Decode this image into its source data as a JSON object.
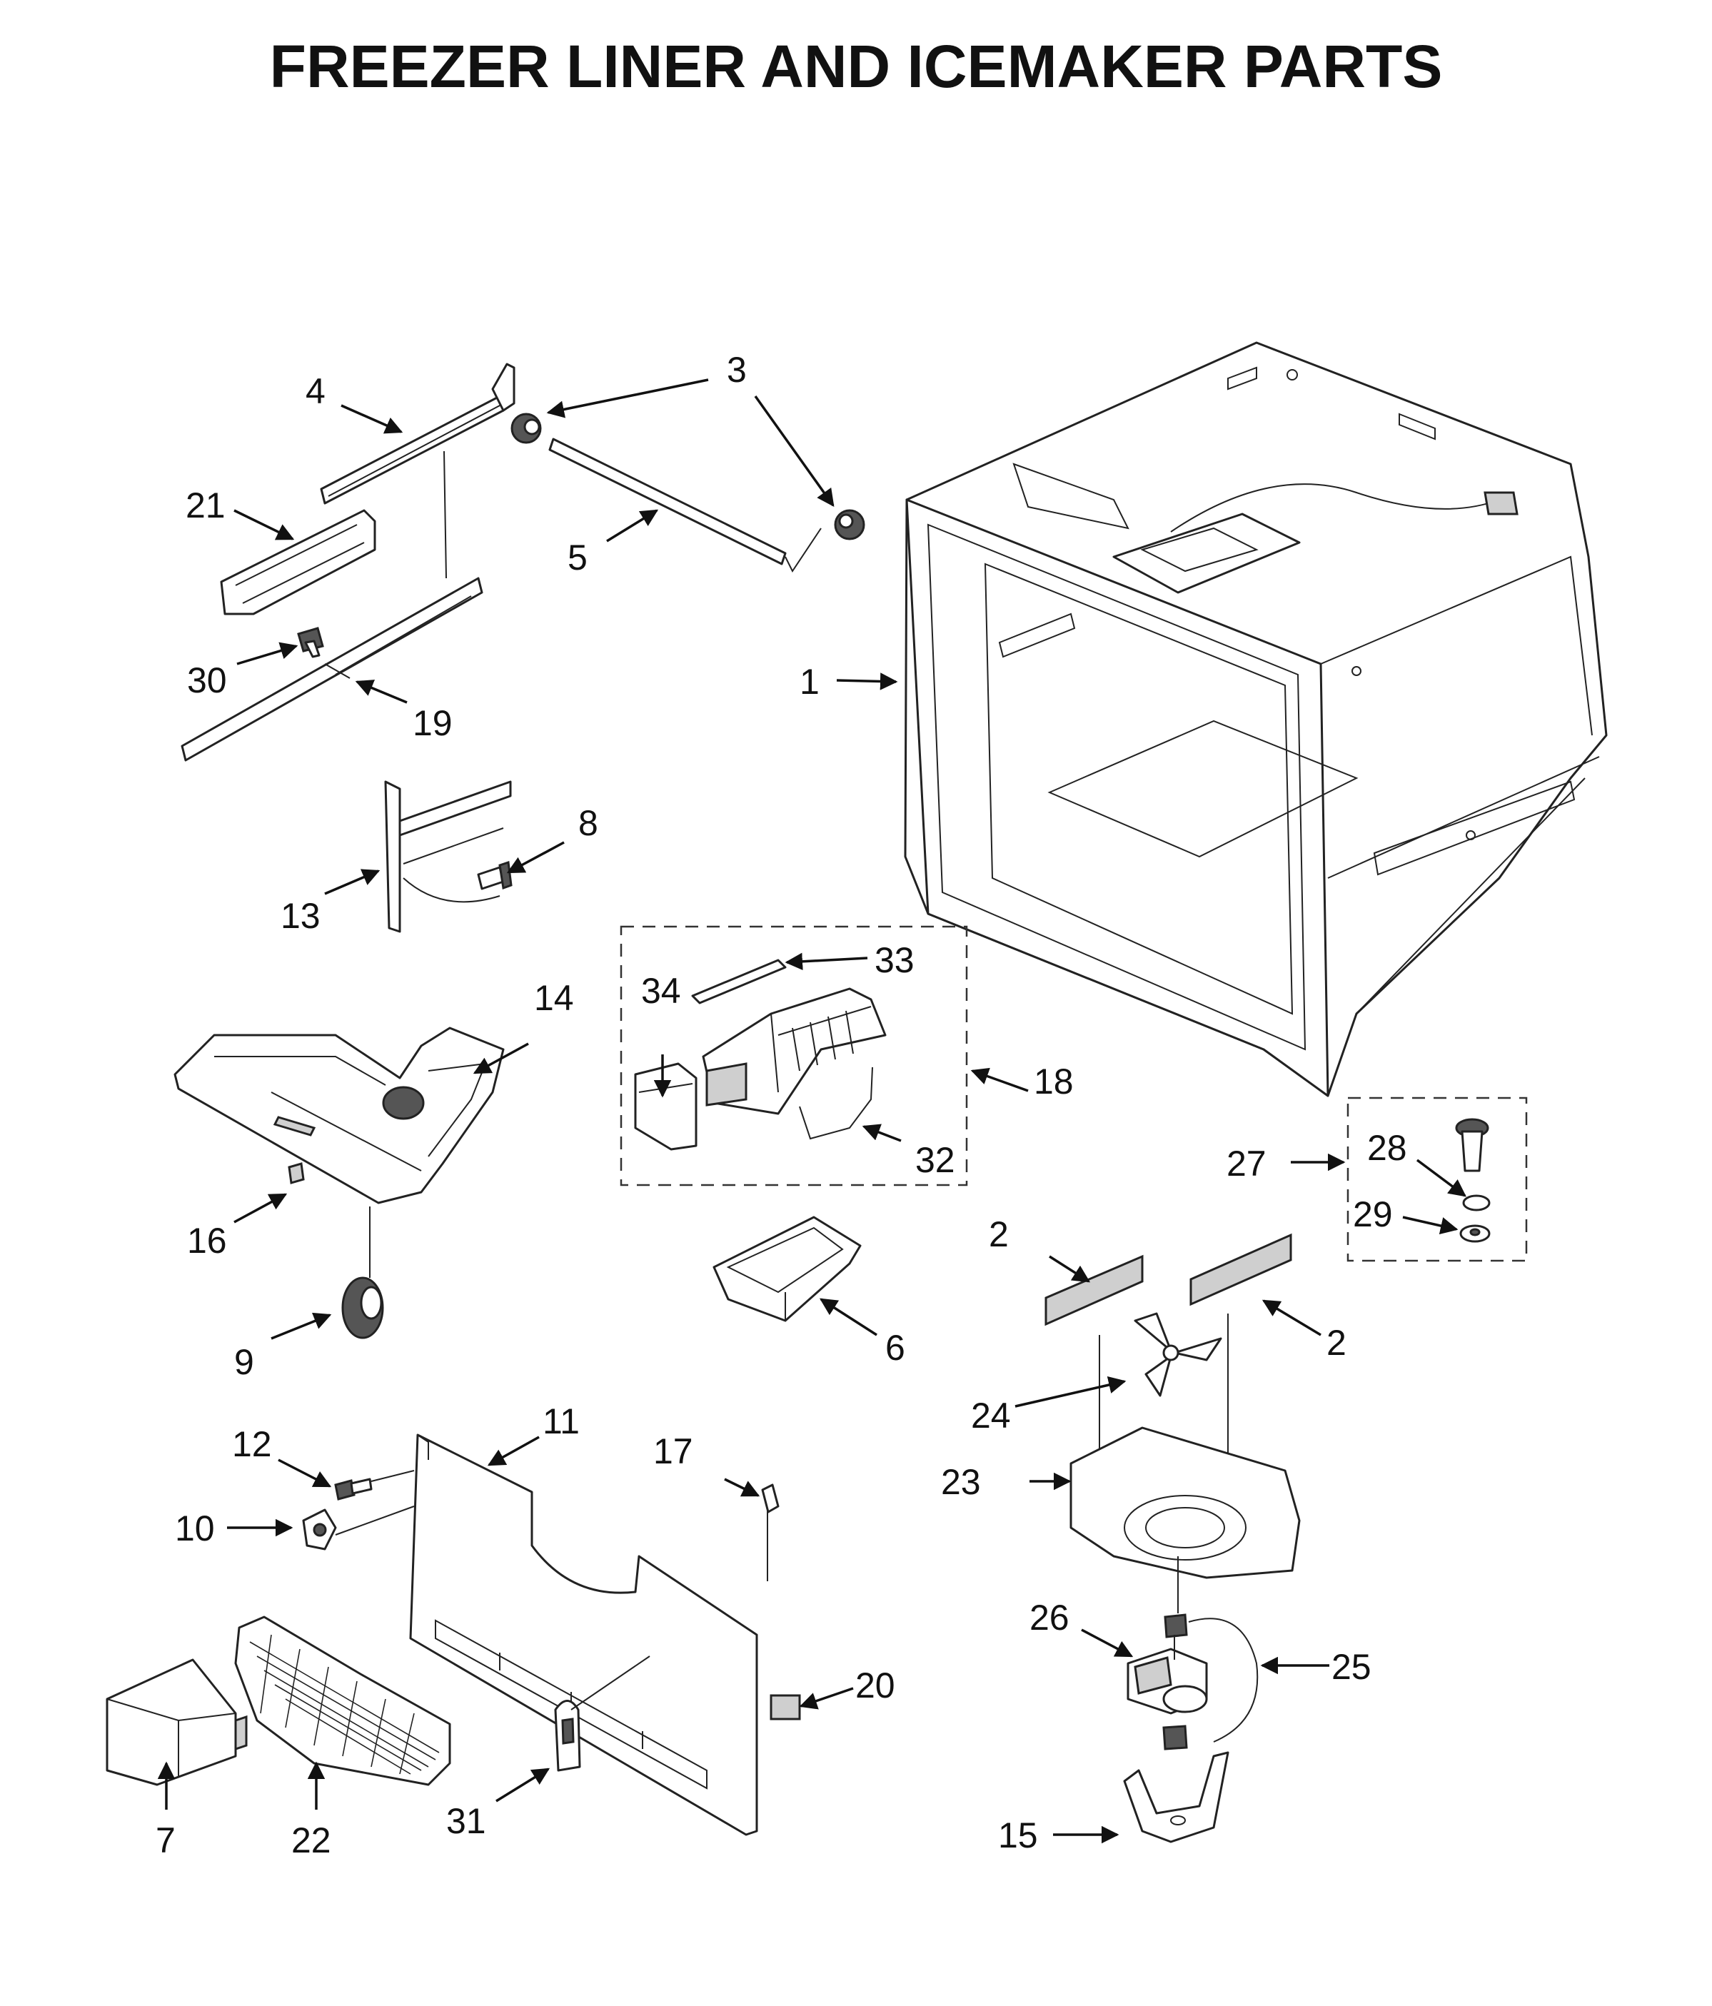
{
  "title": "FREEZER LINER AND ICEMAKER PARTS",
  "callouts": {
    "p1": "1",
    "p2a": "2",
    "p2b": "2",
    "p3": "3",
    "p4": "4",
    "p5": "5",
    "p6": "6",
    "p7": "7",
    "p8": "8",
    "p9": "9",
    "p10": "10",
    "p11": "11",
    "p12": "12",
    "p13": "13",
    "p14": "14",
    "p15": "15",
    "p16": "16",
    "p17": "17",
    "p18": "18",
    "p19": "19",
    "p20": "20",
    "p21": "21",
    "p22": "22",
    "p23": "23",
    "p24": "24",
    "p25": "25",
    "p26": "26",
    "p27": "27",
    "p28": "28",
    "p29": "29",
    "p30": "30",
    "p31": "31",
    "p32": "32",
    "p33": "33",
    "p34": "34"
  }
}
